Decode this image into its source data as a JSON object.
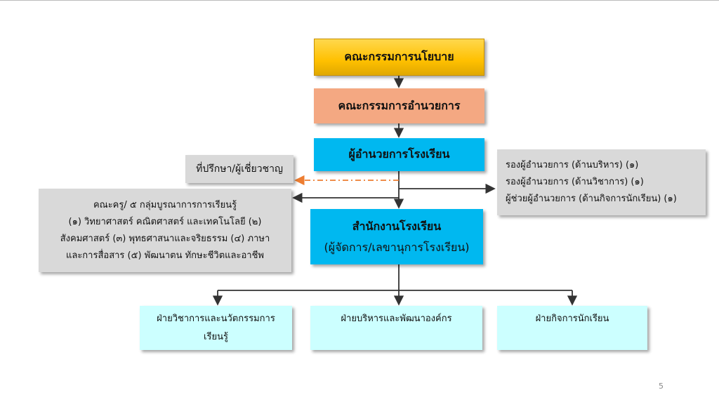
{
  "policy_committee": "คณะกรรมการนโยบาย",
  "admin_committee": "คณะกรรมการอำนวยการ",
  "director": "ผู้อำนวยการโรงเรียน",
  "advisors": "ที่ปรึกษา/ผู้เชี่ยวชาญ",
  "teachers": [
    "คณะครู/ ๕ กลุ่มบูรณาการการเรียนรู้",
    "(๑) วิทยาศาสตร์ คณิตศาสตร์ และเทคโนโลยี (๒)",
    "สังคมศาสตร์ (๓) พุทธศาสนาและจริยธรรม (๔) ภาษา",
    "และการสื่อสาร (๕) พัฒนาตน ทักษะชีวิตและอาชีพ"
  ],
  "deputies": [
    "รองผู้อำนวยการ (ด้านบริหาร) (๑)",
    "รองผู้อำนวยการ (ด้านวิชาการ) (๑)",
    "ผู้ช่วยผู้อำนวยการ (ด้านกิจการนักเรียน) (๑)"
  ],
  "office": {
    "title": "สำนักงานโรงเรียน",
    "subtitle": "(ผู้จัดการ/เลขานุการโรงเรียน)"
  },
  "departments": [
    {
      "lines": [
        "ฝ่ายวิชาการและนวัตกรรมการ",
        "เรียนรู้"
      ]
    },
    {
      "lines": [
        "ฝ่ายบริหารและพัฒนาองค์กร"
      ]
    },
    {
      "lines": [
        "ฝ่ายกิจการนักเรียน"
      ]
    }
  ],
  "page_number": "5",
  "colors": {
    "gold": "#ffc000",
    "salmon": "#f4a882",
    "cyan": "#00b8f0",
    "gray": "#d9d9d9",
    "light_cyan": "#ccffff",
    "dash": "#ed7d31"
  }
}
